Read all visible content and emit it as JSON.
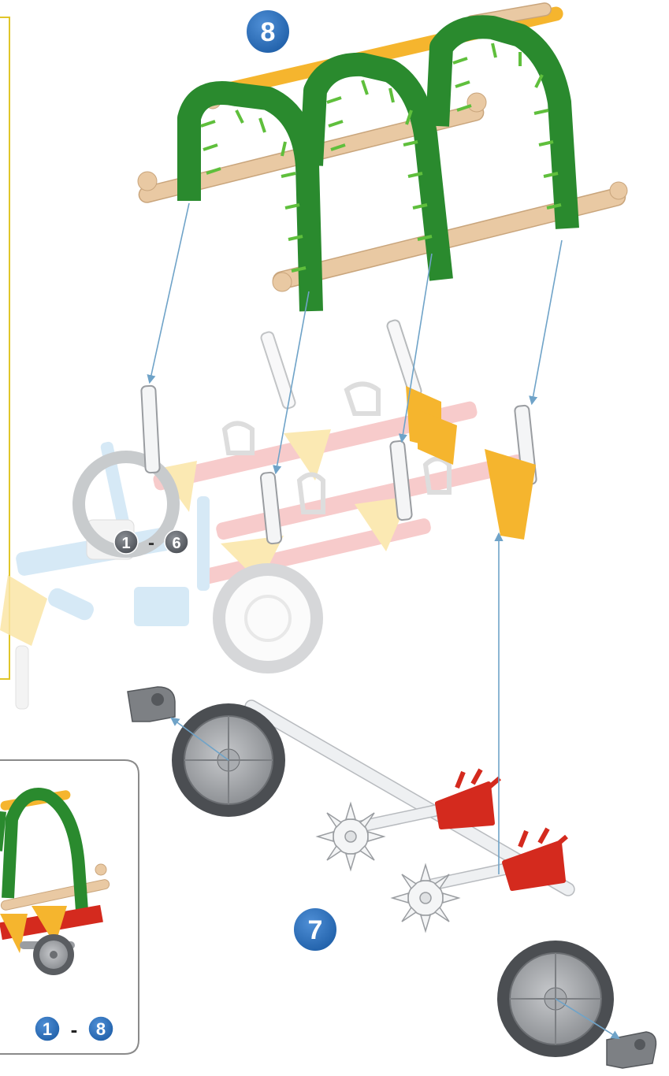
{
  "steps": {
    "step8": "8",
    "step7": "7",
    "range_current": {
      "from": "1",
      "sep": "-",
      "to": "6"
    },
    "range_complete": {
      "from": "1",
      "sep": "-",
      "to": "8"
    }
  },
  "colors": {
    "badge_blue": "#1f5fa8",
    "badge_gray": "#555a60",
    "panel_border": "#e0c52a",
    "preview_border": "#8a8a8a",
    "arrow": "#6fa3c8",
    "green_part": "#2a8a2e",
    "tan_rod": "#e9c9a3",
    "yellow_rod": "#f5b52e",
    "red_part": "#d42a1e",
    "gray_wheel": "#8a8d91",
    "faded_red": "#f6c2c2",
    "faded_yellow": "#fbe6a6",
    "faded_blue": "#cfe6f5"
  },
  "icons": [
    "step-badge",
    "assembly-arrow",
    "connector-icon",
    "wheel-icon",
    "rod-icon",
    "gear-connector-icon"
  ]
}
